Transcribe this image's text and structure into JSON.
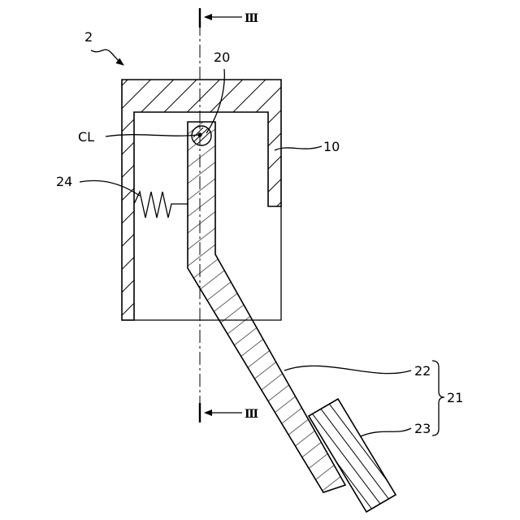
{
  "figure": {
    "assembly_label": "2",
    "section_mark_top": "Ⅲ",
    "section_mark_bottom": "Ⅲ",
    "callouts": {
      "pivot": "20",
      "center_line": "CL",
      "housing": "10",
      "spring": "24",
      "lever_upper": "22",
      "lever_group": "21",
      "lever_head": "23"
    }
  }
}
